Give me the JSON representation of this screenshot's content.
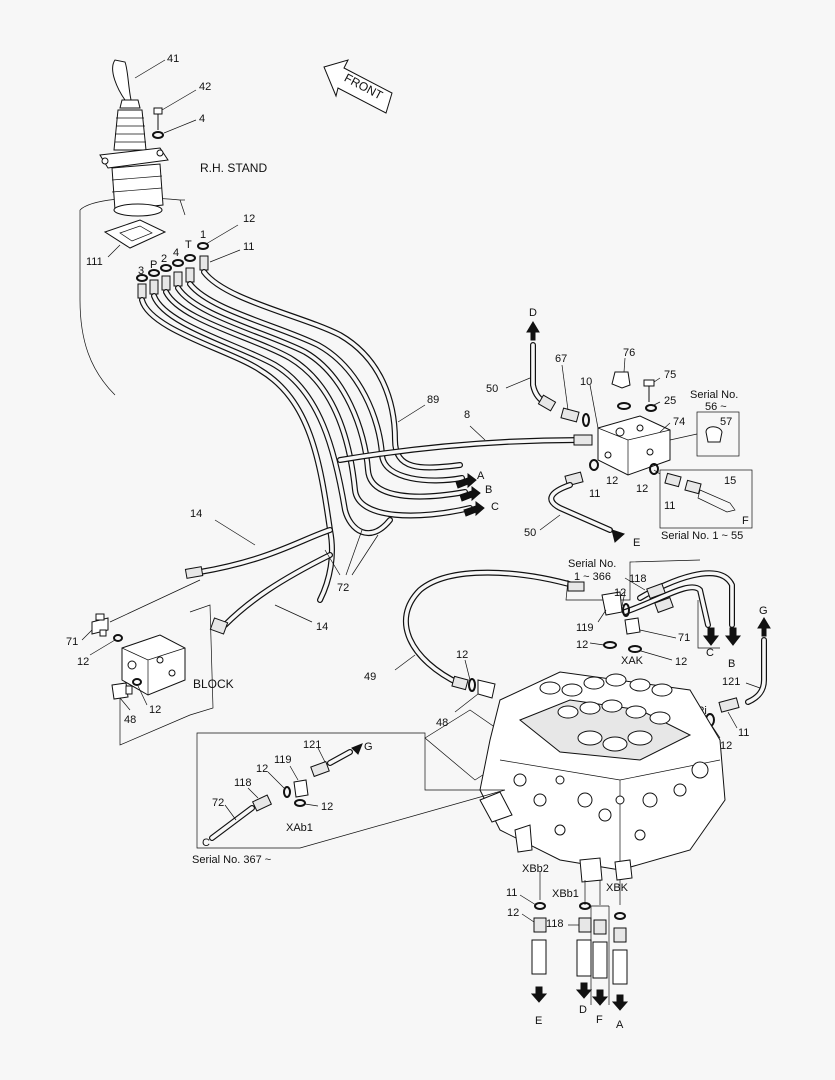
{
  "labels": {
    "front": "FRONT",
    "rh_stand": "R.H. STAND",
    "block": "BLOCK",
    "serial_56": "Serial No.",
    "serial_56_range": "56 ~",
    "serial_1_55": "Serial No. 1 ~ 55",
    "serial_1_366_a": "Serial No.",
    "serial_1_366_b": "1 ~ 366",
    "serial_367": "Serial No. 367 ~"
  },
  "ports": {
    "p3": "3",
    "pP": "P",
    "p2": "2",
    "p4": "4",
    "pT": "T",
    "p1": "1",
    "xak": "XAK",
    "pi": "Pi",
    "xab1": "XAb1",
    "xbb2": "XBb2",
    "xbb1": "XBb1",
    "xbk": "XBK"
  },
  "arrows": {
    "D_top": "D",
    "A": "A",
    "B": "B",
    "C": "C",
    "E": "E",
    "F_inset": "F",
    "C_valve": "C",
    "B_valve": "B",
    "G": "G",
    "G_inset": "G",
    "C_inset": "C",
    "E_bot": "E",
    "D_bot": "D",
    "F_bot": "F",
    "A_bot": "A"
  },
  "parts": {
    "n41": "41",
    "n42": "42",
    "n4": "4",
    "n12_top": "12",
    "n11_top": "11",
    "n111": "111",
    "n89": "89",
    "n8": "8",
    "n50_top": "50",
    "n67": "67",
    "n76": "76",
    "n75": "75",
    "n10": "10",
    "n25": "25",
    "n74": "74",
    "n57": "57",
    "n12_blk1": "12",
    "n12_blk2": "12",
    "n11_mid": "11",
    "n15": "15",
    "n11_inset": "11",
    "n50_bot": "50",
    "n14_left": "14",
    "n14_right": "14",
    "n72": "72",
    "n71_left": "71",
    "n12_left": "12",
    "n48_left": "48",
    "n12_blockb": "12",
    "n49": "49",
    "n12_h": "12",
    "n48_mid": "48",
    "n118": "118",
    "n12_r": "12",
    "n119": "119",
    "n12_r2": "12",
    "n71_r": "71",
    "n12_r3": "12",
    "n121": "121",
    "n11_g": "11",
    "n12_pi": "12",
    "n121_i": "121",
    "n12_i": "12",
    "n119_i": "119",
    "n118_i": "118",
    "n12_i2": "12",
    "n72_i": "72",
    "n11_b": "11",
    "n12_b": "12",
    "n118_b": "118"
  }
}
